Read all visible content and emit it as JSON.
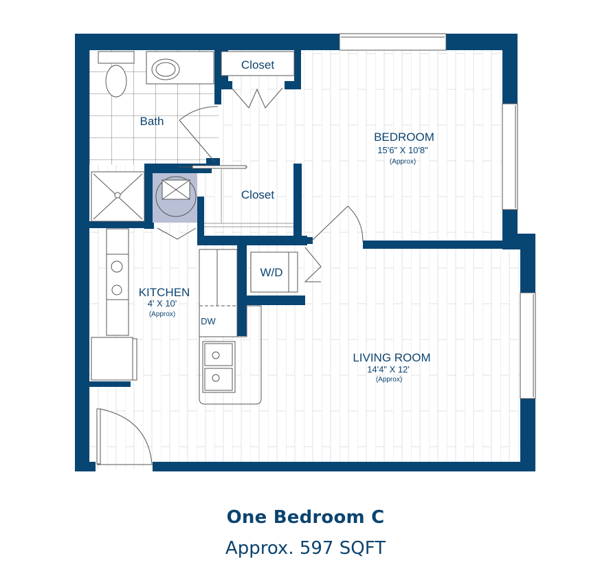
{
  "plan": {
    "name": "One Bedroom C",
    "area": "Approx. 597 SQFT",
    "wall_color": "#074573",
    "text_color": "#0d4470",
    "appliance_fill": "#b9c0d6",
    "rooms": {
      "bath": {
        "label": "Bath"
      },
      "closet_top": {
        "label": "Closet"
      },
      "closet_mid": {
        "label": "Closet"
      },
      "bedroom": {
        "label": "BEDROOM",
        "dimensions": "15'6\" X 10'8\"",
        "note": "(Approx)"
      },
      "kitchen": {
        "label": "KITCHEN",
        "dimensions": "4' X 10'",
        "note": "(Approx)"
      },
      "laundry": {
        "label": "W/D"
      },
      "dishwasher": {
        "label": "DW"
      },
      "living_room": {
        "label": "LIVING ROOM",
        "dimensions": "14'4\" X 12'",
        "note": "(Approx)"
      }
    }
  }
}
